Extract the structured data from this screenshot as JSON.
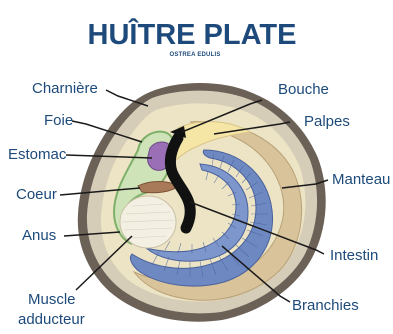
{
  "header": {
    "title": "HUÎTRE PLATE",
    "subtitle": "OSTREA EDULIS"
  },
  "labels": {
    "charniere": "Charnière",
    "foie": "Foie",
    "estomac": "Estomac",
    "coeur": "Coeur",
    "anus": "Anus",
    "muscle_line1": "Muscle",
    "muscle_line2": "adducteur",
    "bouche": "Bouche",
    "palpes": "Palpes",
    "manteau": "Manteau",
    "intestin": "Intestin",
    "branchies": "Branchies"
  },
  "colors": {
    "text": "#1d4a7a",
    "shell_dark": "#6b6157",
    "shell_outer": "#d6cdb9",
    "shell_inner": "#ece4c4",
    "mantle": "#d9c39b",
    "gills": "#6e89c2",
    "gill_lines": "#4a619c",
    "liver_green": "#7fb069",
    "stomach": "#9b6fb5",
    "intestine": "#111111",
    "heart": "#a97a5a",
    "muscle": "#f3efe2"
  }
}
